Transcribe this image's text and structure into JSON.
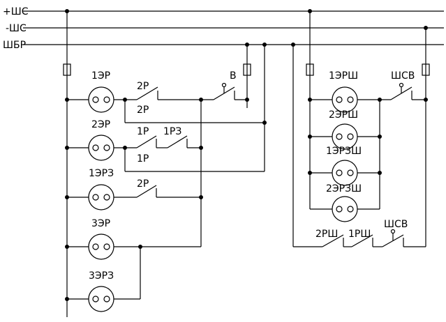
{
  "buses": {
    "plus_shs": "+ШС",
    "minus_shs": "-ШС",
    "shbr": "ШБР"
  },
  "lamps": {
    "l1er": "1ЭР",
    "l2er": "2ЭР",
    "l1erz": "1ЭРЗ",
    "l3er": "3ЭР",
    "l3erz": "3ЭРЗ",
    "l1ersh": "1ЭРШ",
    "l2ersh": "2ЭРШ",
    "l1erzsh": "1ЭРЗШ",
    "l2erzsh": "2ЭРЗШ"
  },
  "contacts": {
    "c2r_a": "2Р",
    "c2r_b": "2Р",
    "c1r_a": "1Р",
    "c1rz": "1РЗ",
    "c1r_b": "1Р",
    "c2r_c": "2Р",
    "cv": "В",
    "cshsv_a": "ШСВ",
    "c2rsh": "2РШ",
    "c1rsh": "1РШ",
    "cshsv_b": "ШСВ"
  }
}
